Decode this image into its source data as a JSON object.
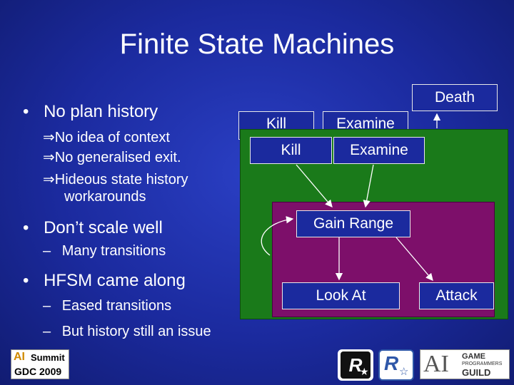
{
  "slide": {
    "title": "Finite State Machines",
    "bullets": [
      {
        "text": "No plan history",
        "marker": "•"
      },
      {
        "text": "No idea of context",
        "marker": "⇒"
      },
      {
        "text": "No generalised exit.",
        "marker": "⇒"
      },
      {
        "text": "Hideous state history",
        "marker": "⇒"
      },
      {
        "text": "workarounds"
      },
      {
        "text": "Don’t scale well",
        "marker": "•"
      },
      {
        "text": "Many transitions",
        "marker": "–"
      },
      {
        "text": "HFSM came along",
        "marker": "•"
      },
      {
        "text": "Eased transitions",
        "marker": "–"
      },
      {
        "text": "But history still an issue",
        "marker": "–"
      }
    ]
  },
  "diagram": {
    "states": {
      "death": "Death",
      "kill_back": "Kill",
      "examine_back": "Examine",
      "kill": "Kill",
      "examine": "Examine",
      "gain_range": "Gain Range",
      "look_at": "Look At",
      "attack": "Attack"
    }
  },
  "logos": {
    "ai_summit": {
      "line1": "AI",
      "line2": "Summit",
      "line3": "GDC 2009"
    },
    "rockstar_1": "R",
    "rockstar_2": "R",
    "aigpg": {
      "mark": "AI",
      "line1": "GAME",
      "line2": "PROGRAMMERS",
      "line3": "GUILD"
    }
  }
}
